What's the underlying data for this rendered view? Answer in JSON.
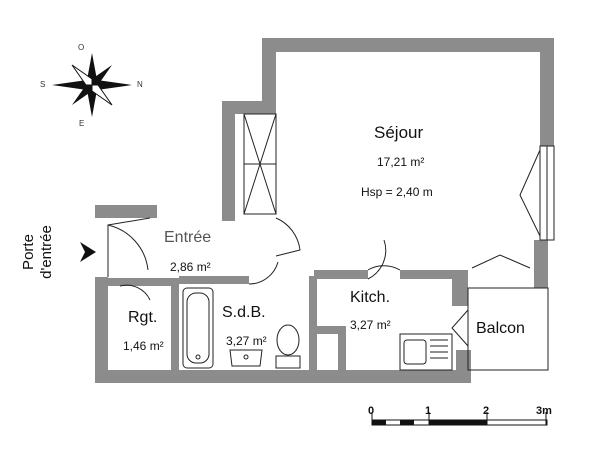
{
  "rooms": {
    "sejour": {
      "name": "Séjour",
      "area": "17,21 m²",
      "height": "Hsp = 2,40 m"
    },
    "entree": {
      "name": "Entrée",
      "area": "2,86 m²"
    },
    "rgt": {
      "name": "Rgt.",
      "area": "1,46 m²"
    },
    "sdb": {
      "name": "S.d.B.",
      "area": "3,27 m²"
    },
    "kitch": {
      "name": "Kitch.",
      "area": "3,27 m²"
    },
    "balcon": {
      "name": "Balcon"
    }
  },
  "entrance": {
    "line1": "Porte",
    "line2": "d'entrée"
  },
  "compass": {
    "north": "N",
    "south": "S",
    "east": "E",
    "west": "O"
  },
  "scale": {
    "ticks": [
      "0",
      "1",
      "2",
      "3m"
    ]
  },
  "colors": {
    "wall": "#8c8c8c",
    "line": "#222222"
  }
}
